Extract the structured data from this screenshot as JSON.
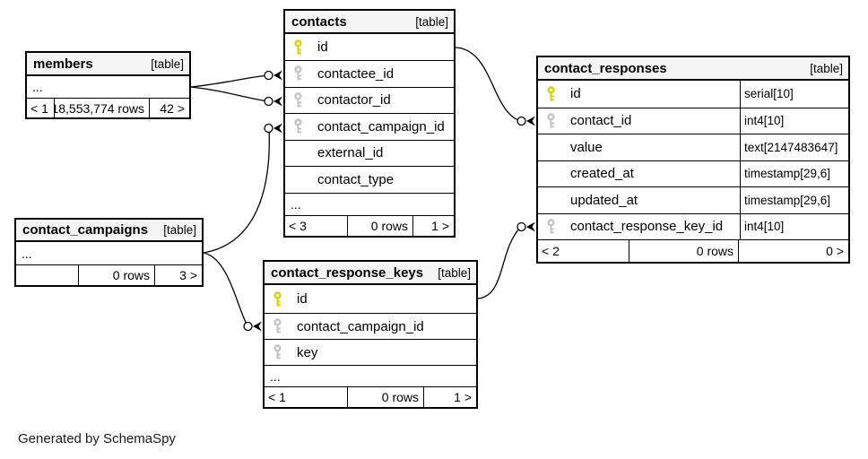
{
  "page": {
    "credit": "Generated by SchemaSpy"
  },
  "colors": {
    "primary_key": "#d3d300",
    "foreign_key": "#c4c4c4",
    "header_bg": "#f5f5f5",
    "border": "#000000"
  },
  "tables": {
    "members": {
      "title": "members",
      "tag": "[table]",
      "ellipsis": "...",
      "footer": {
        "prev": "< 1",
        "rows": "18,553,774 rows",
        "next": "42 >"
      }
    },
    "contacts": {
      "title": "contacts",
      "tag": "[table]",
      "ellipsis": "...",
      "columns": [
        {
          "name": "id",
          "key": "primary"
        },
        {
          "name": "contactee_id",
          "key": "foreign"
        },
        {
          "name": "contactor_id",
          "key": "foreign"
        },
        {
          "name": "contact_campaign_id",
          "key": "foreign"
        },
        {
          "name": "external_id",
          "key": ""
        },
        {
          "name": "contact_type",
          "key": ""
        }
      ],
      "footer": {
        "prev": "< 3",
        "rows": "0 rows",
        "next": "1 >"
      }
    },
    "contact_responses": {
      "title": "contact_responses",
      "tag": "[table]",
      "columns": [
        {
          "name": "id",
          "type": "serial[10]",
          "key": "primary"
        },
        {
          "name": "contact_id",
          "type": "int4[10]",
          "key": "foreign"
        },
        {
          "name": "value",
          "type": "text[2147483647]",
          "key": ""
        },
        {
          "name": "created_at",
          "type": "timestamp[29,6]",
          "key": ""
        },
        {
          "name": "updated_at",
          "type": "timestamp[29,6]",
          "key": ""
        },
        {
          "name": "contact_response_key_id",
          "type": "int4[10]",
          "key": "foreign"
        }
      ],
      "footer": {
        "prev": "< 2",
        "rows": "0 rows",
        "next": "0 >"
      }
    },
    "contact_campaigns": {
      "title": "contact_campaigns",
      "tag": "[table]",
      "ellipsis": "...",
      "footer": {
        "prev": "",
        "rows": "0 rows",
        "next": "3 >"
      }
    },
    "contact_response_keys": {
      "title": "contact_response_keys",
      "tag": "[table]",
      "ellipsis": "...",
      "columns": [
        {
          "name": "id",
          "key": "primary"
        },
        {
          "name": "contact_campaign_id",
          "key": "foreign"
        },
        {
          "name": "key",
          "key": "foreign"
        }
      ],
      "footer": {
        "prev": "< 1",
        "rows": "0 rows",
        "next": "1 >"
      }
    }
  },
  "relationships": [
    {
      "from": "members",
      "to": "contacts.contactee_id"
    },
    {
      "from": "members",
      "to": "contacts.contactor_id"
    },
    {
      "from": "contact_campaigns",
      "to": "contacts.contact_campaign_id"
    },
    {
      "from": "contact_campaigns",
      "to": "contact_response_keys.contact_campaign_id"
    },
    {
      "from": "contacts.id",
      "to": "contact_responses.contact_id"
    },
    {
      "from": "contact_response_keys.id",
      "to": "contact_responses.contact_response_key_id"
    }
  ]
}
